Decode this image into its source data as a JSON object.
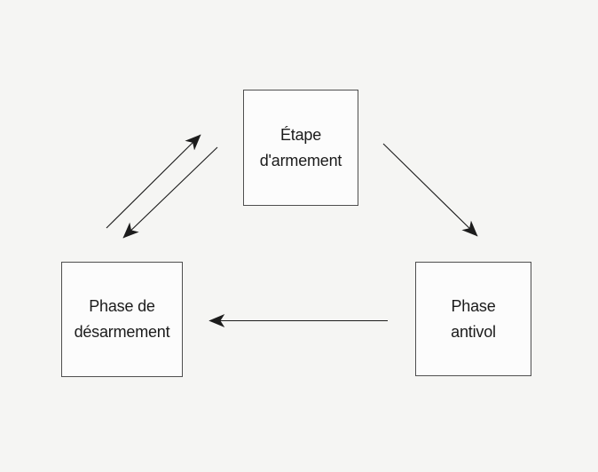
{
  "colors": {
    "background": "#f5f5f3",
    "node-fill": "#fcfcfc",
    "node-border": "#4f4f4f",
    "arrow": "#1c1c1c",
    "text": "#1b1b1b"
  },
  "diagram": {
    "type": "state-cycle",
    "nodes": [
      {
        "id": "etape-armement",
        "label": "Étape\nd'armement"
      },
      {
        "id": "phase-desarmement",
        "label": "Phase de\ndésarmement"
      },
      {
        "id": "phase-antivol",
        "label": "Phase\nantivol"
      }
    ],
    "edges": [
      {
        "from": "phase-desarmement",
        "to": "etape-armement",
        "style": "arrow"
      },
      {
        "from": "etape-armement",
        "to": "phase-desarmement",
        "style": "arrow"
      },
      {
        "from": "etape-armement",
        "to": "phase-antivol",
        "style": "arrow"
      },
      {
        "from": "phase-antivol",
        "to": "phase-desarmement",
        "style": "arrow"
      }
    ]
  }
}
